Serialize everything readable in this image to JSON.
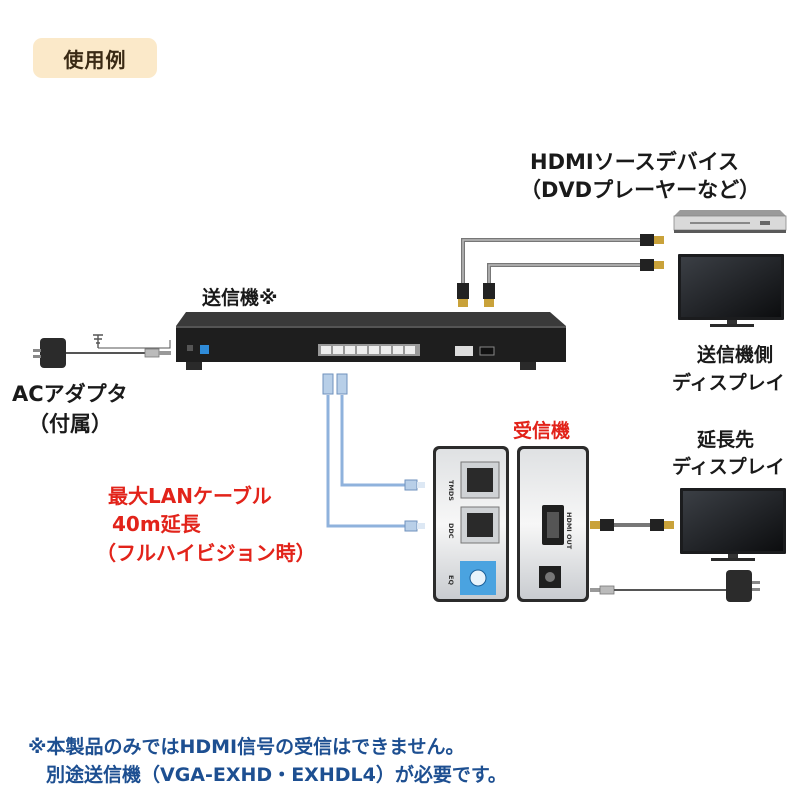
{
  "badge": "使用例",
  "labels": {
    "source_line1": "HDMIソースデバイス",
    "source_line2": "（DVDプレーヤーなど）",
    "transmitter": "送信機※",
    "tx_display_line1": "送信機側",
    "tx_display_line2": "ディスプレイ",
    "ac_line1": "ACアダプタ",
    "ac_line2": "（付属）",
    "receiver": "受信機",
    "ext_display_line1": "延長先",
    "ext_display_line2": "ディスプレイ",
    "lan_line1": "最大LANケーブル",
    "lan_line2": "40m延長",
    "lan_line3": "（フルハイビジョン時）"
  },
  "device_text": {
    "tmds": "TMDS",
    "ddc": "DDC",
    "eq": "EQ",
    "hdmi_out": "HDMI OUT"
  },
  "notes": {
    "line1": "※本製品のみではHDMI信号の受信はできません。",
    "line2": "別途送信機（VGA-EXHD・EXHDL4）が必要です。"
  },
  "colors": {
    "red": "#e2231a",
    "note_blue": "#1d4f91",
    "badge_bg": "#fbe9c9",
    "lan_cable": "#8fb2dc"
  }
}
